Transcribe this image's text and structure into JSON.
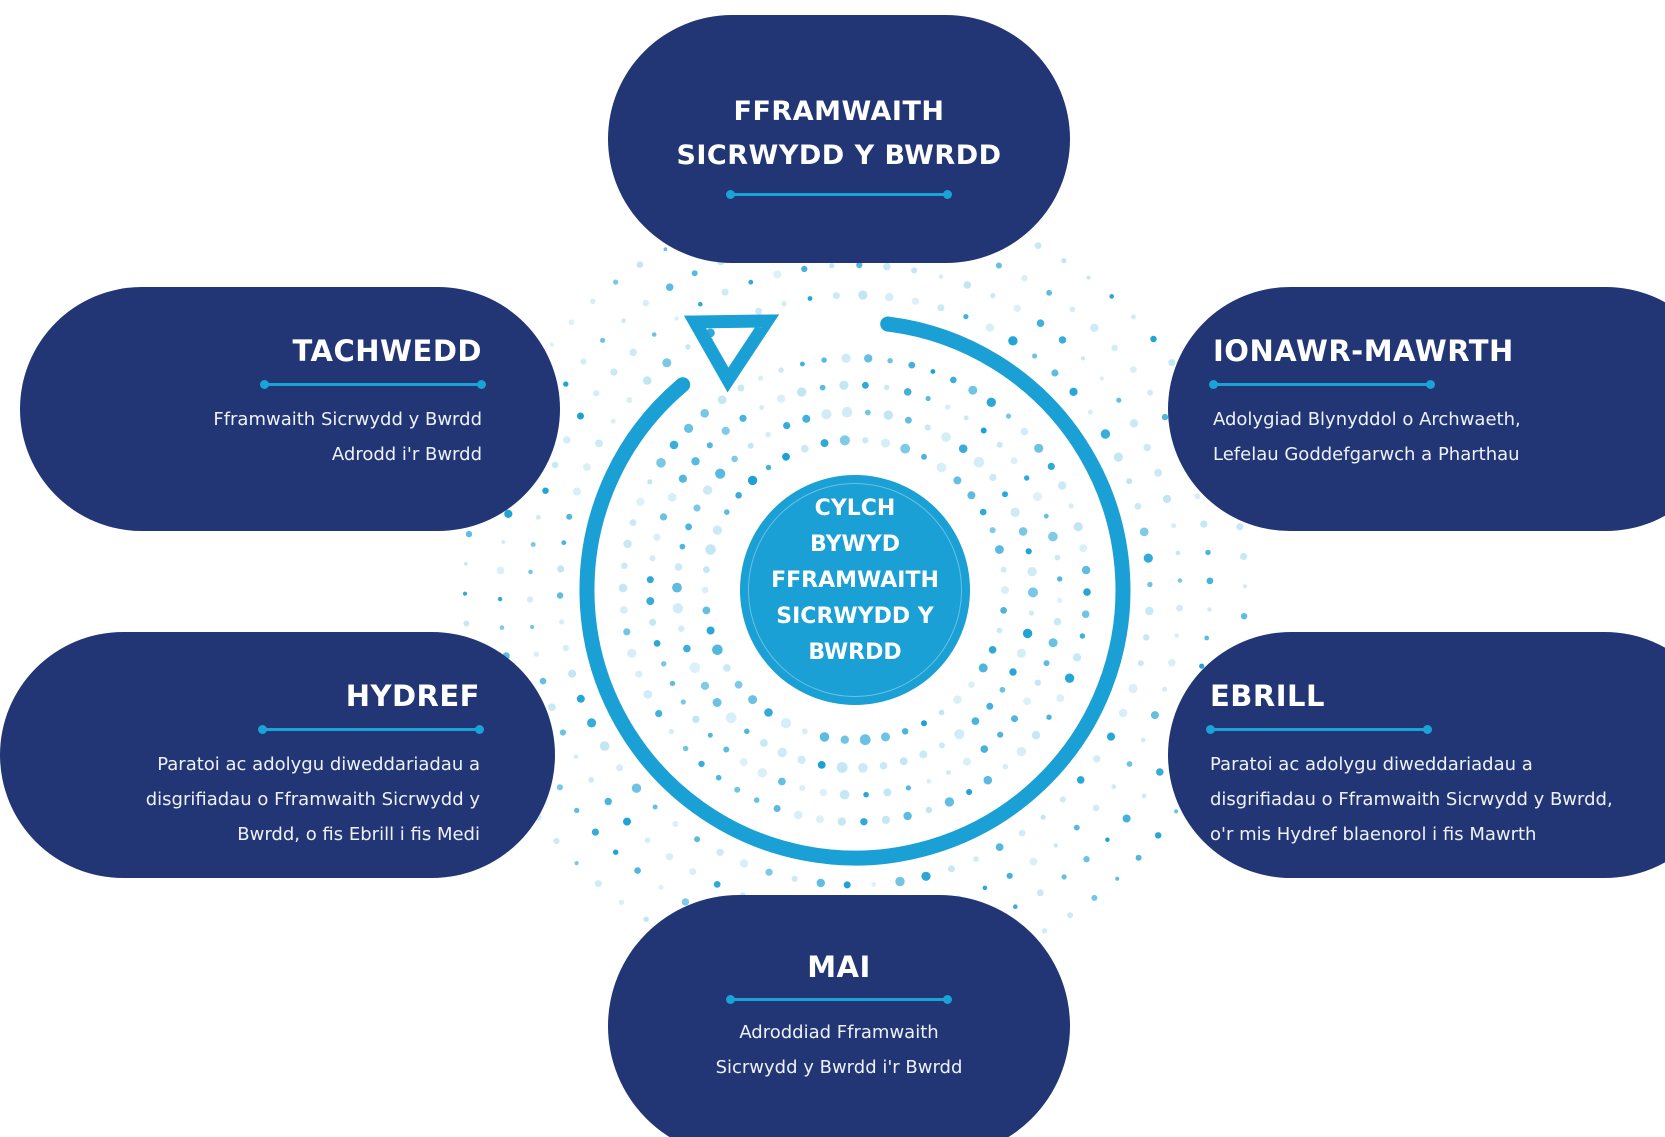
{
  "colors": {
    "navy": "#223676",
    "cyan": "#1aa0d4",
    "dot_light": "#bfe5f3"
  },
  "top": {
    "title_lines": [
      "FFRAMWAITH",
      "SICRWYDD Y BWRDD"
    ]
  },
  "tachwedd": {
    "title": "TACHWEDD",
    "desc_lines": [
      "Fframwaith Sicrwydd y Bwrdd",
      "Adrodd i'r Bwrdd"
    ]
  },
  "ionawr": {
    "title": "IONAWR-MAWRTH",
    "desc_lines": [
      "Adolygiad Blynyddol o Archwaeth,",
      "Lefelau Goddefgarwch a Pharthau"
    ]
  },
  "hydref": {
    "title": "HYDREF",
    "desc_lines": [
      "Paratoi ac adolygu diweddariadau a",
      "disgrifiadau o Fframwaith Sicrwydd y",
      "Bwrdd, o fis Ebrill i fis Medi"
    ]
  },
  "ebrill": {
    "title": "EBRILL",
    "desc_lines": [
      "Paratoi ac adolygu diweddariadau a",
      "disgrifiadau o Fframwaith Sicrwydd y Bwrdd,",
      "o'r mis Hydref blaenorol i fis Mawrth"
    ]
  },
  "mai": {
    "title": "MAI",
    "desc_lines": [
      "Adroddiad Fframwaith",
      "Sicrwydd y Bwrdd i'r Bwrdd"
    ]
  },
  "center": {
    "title_lines": [
      "CYLCH",
      "BYWYD",
      "FFRAMWAITH",
      "SICRWYDD Y",
      "BWRDD"
    ]
  }
}
